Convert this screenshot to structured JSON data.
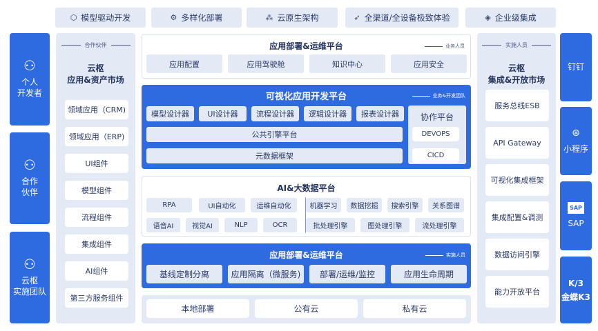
{
  "features": [
    {
      "icon": "cube-icon",
      "label": "模型驱动开发"
    },
    {
      "icon": "gear-icon",
      "label": "多样化部署"
    },
    {
      "icon": "hierarchy-icon",
      "label": "云原生架构"
    },
    {
      "icon": "rocket-icon",
      "label": "全渠道/全设备极致体验"
    },
    {
      "icon": "layers-icon",
      "label": "企业级集成"
    }
  ],
  "users": [
    {
      "icon": "person-icon",
      "label": "个人\n开发者"
    },
    {
      "icon": "partner-icon",
      "label": "合作\n伙伴"
    },
    {
      "icon": "team-icon",
      "label": "云枢\n实施团队"
    }
  ],
  "left_market": {
    "tag": "合作伙伴",
    "title1": "云枢",
    "title2": "应用&资产市场",
    "items": [
      "领域应用（CRM)",
      "领域应用（ERP)",
      "UI组件",
      "模型组件",
      "流程组件",
      "集成组件",
      "AI组件",
      "第三方服务组件"
    ]
  },
  "ops_top": {
    "title": "应用部署&运维平台",
    "tag": "业务人员",
    "items": [
      "应用配置",
      "应用驾驶舱",
      "知识中心",
      "应用安全"
    ]
  },
  "visual_dev": {
    "title": "可视化应用开发平台",
    "tag": "业务&开发团队",
    "designers": [
      "模型设计器",
      "UI设计器",
      "流程设计器",
      "逻辑设计器",
      "报表设计器"
    ],
    "engine": "公共引擎平台",
    "metadata": "元数据框架",
    "collab": {
      "title": "协作平台",
      "items": [
        "DEVOPS",
        "CICD"
      ]
    }
  },
  "ai": {
    "title": "AI&大数据平台",
    "left_row1": [
      "RPA",
      "UI自动化",
      "运维自动化"
    ],
    "left_row2": [
      "语音AI",
      "视觉AI",
      "NLP",
      "OCR"
    ],
    "right_row1": [
      "机器学习",
      "数据挖掘",
      "搜索引擎",
      "关系图谱"
    ],
    "right_row2": [
      "批处理引擎",
      "图处理引擎",
      "流处理引擎"
    ]
  },
  "ops_bottom": {
    "title": "应用部署&运维平台",
    "tag": "实施人员",
    "items": [
      "基线定制分离",
      "应用隔离（微服务)",
      "部署/运维/监控",
      "应用生命周期"
    ]
  },
  "deploy": [
    "本地部署",
    "公有云",
    "私有云"
  ],
  "right_market": {
    "tag": "实施人员",
    "title1": "云枢",
    "title2": "集成&开放市场",
    "items": [
      "服务总线ESB",
      "API Gateway",
      "可视化集成框架",
      "集成配置&调测",
      "数据访问引擎",
      "能力开放平台"
    ]
  },
  "channels": [
    {
      "label": "钉钉"
    },
    {
      "icon": "miniprogram-icon",
      "label": "小程序"
    },
    {
      "icon": "sap-logo",
      "label": "SAP"
    },
    {
      "label": "K/3\n金蝶K3"
    }
  ]
}
